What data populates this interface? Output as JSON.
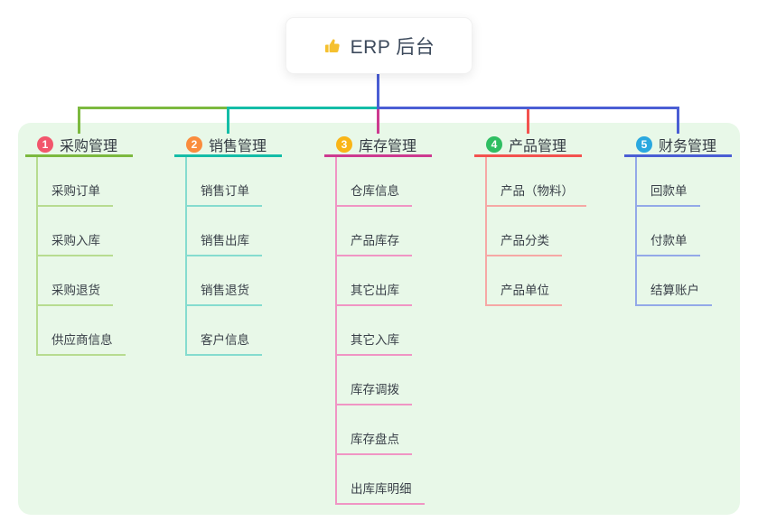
{
  "root": {
    "label": "ERP 后台",
    "icon": "thumbs-up-icon"
  },
  "colors": {
    "trunk": "#4A5ED4",
    "panel_bg": "#E8F8E8",
    "card_bg": "#FFFFFF",
    "root_text": "#3D4A5C",
    "icon_yellow": "#F5C02F"
  },
  "branches": [
    {
      "badge": "1",
      "badge_color": "#F2566C",
      "label": "采购管理",
      "color": "#7CB93F",
      "light_color": "#B7DC90",
      "items": [
        "采购订单",
        "采购入库",
        "采购退货",
        "供应商信息"
      ]
    },
    {
      "badge": "2",
      "badge_color": "#FA8C3D",
      "label": "销售管理",
      "color": "#14BDA7",
      "light_color": "#85DCCF",
      "items": [
        "销售订单",
        "销售出库",
        "销售退货",
        "客户信息"
      ]
    },
    {
      "badge": "3",
      "badge_color": "#F9B517",
      "label": "库存管理",
      "color": "#CD3A90",
      "light_color": "#F095C4",
      "items": [
        "仓库信息",
        "产品库存",
        "其它出库",
        "其它入库",
        "库存调拨",
        "库存盘点",
        "出库库明细"
      ]
    },
    {
      "badge": "4",
      "badge_color": "#2FBE62",
      "label": "产品管理",
      "color": "#F3524F",
      "light_color": "#F6A8A5",
      "items": [
        "产品（物料）",
        "产品分类",
        "产品单位"
      ]
    },
    {
      "badge": "5",
      "badge_color": "#2AA8DF",
      "label": "财务管理",
      "color": "#4A5ED4",
      "light_color": "#93A9E8",
      "items": [
        "回款单",
        "付款单",
        "结算账户"
      ]
    }
  ]
}
